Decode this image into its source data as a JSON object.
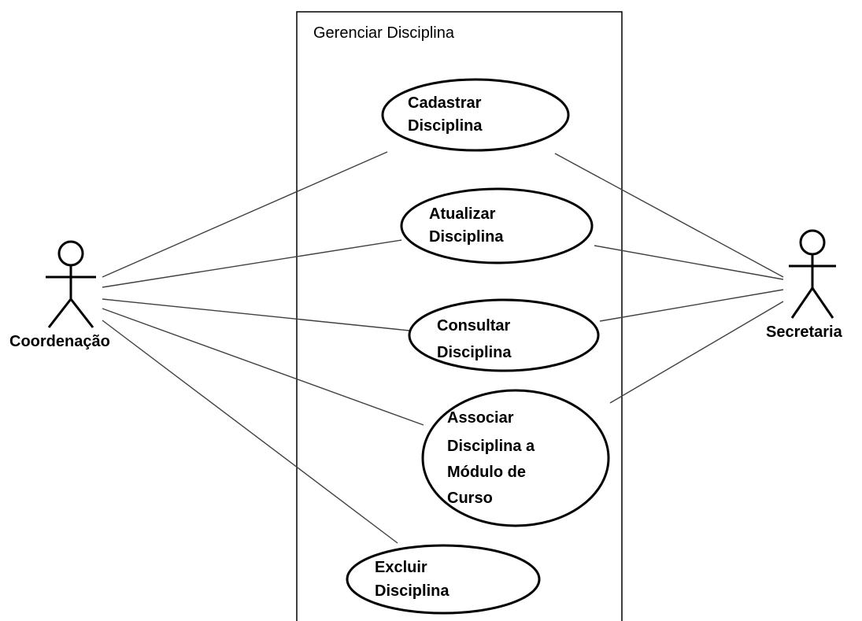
{
  "system": {
    "title": "Gerenciar Disciplina"
  },
  "actors": {
    "coordenacao": "Coordenação",
    "secretaria": "Secretaria"
  },
  "use_cases": {
    "cadastrar": [
      "Cadastrar",
      "Disciplina"
    ],
    "atualizar": [
      "Atualizar",
      "Disciplina"
    ],
    "consultar": [
      "Consultar",
      "Disciplina"
    ],
    "associar": [
      "Associar",
      "Disciplina a",
      "Módulo de",
      "Curso"
    ],
    "excluir": [
      "Excluir",
      "Disciplina"
    ]
  }
}
